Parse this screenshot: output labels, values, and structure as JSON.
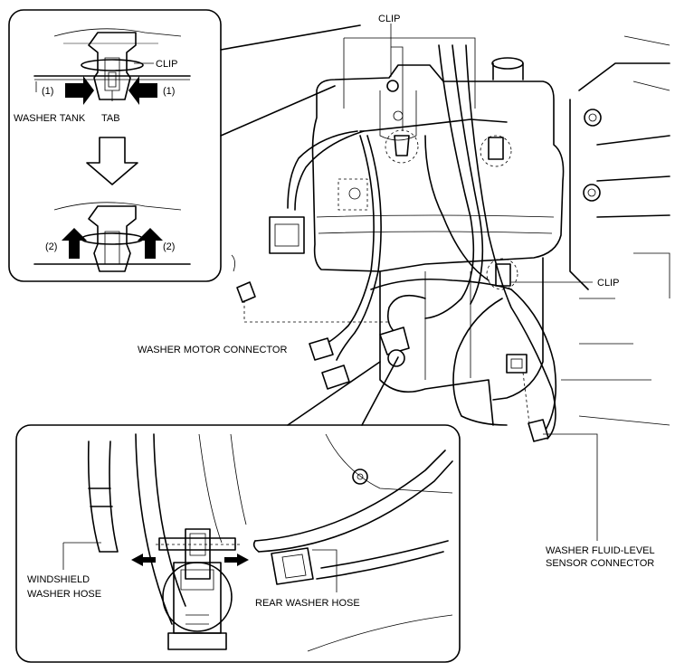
{
  "labels": {
    "clip_top": "CLIP",
    "clip_inset": "CLIP",
    "clip_right": "CLIP",
    "washer_tank": "WASHER TANK",
    "tab": "TAB",
    "step_1_left": "(1)",
    "step_1_right": "(1)",
    "step_2_left": "(2)",
    "step_2_right": "(2)",
    "washer_motor_connector": "WASHER MOTOR CONNECTOR",
    "washer_fluid_level_line1": "WASHER FLUID-LEVEL",
    "washer_fluid_level_line2": "SENSOR CONNECTOR",
    "windshield_washer_hose_line1": "WINDSHIELD",
    "windshield_washer_hose_line2": "WASHER HOSE",
    "rear_washer_hose": "REAR WASHER HOSE"
  }
}
